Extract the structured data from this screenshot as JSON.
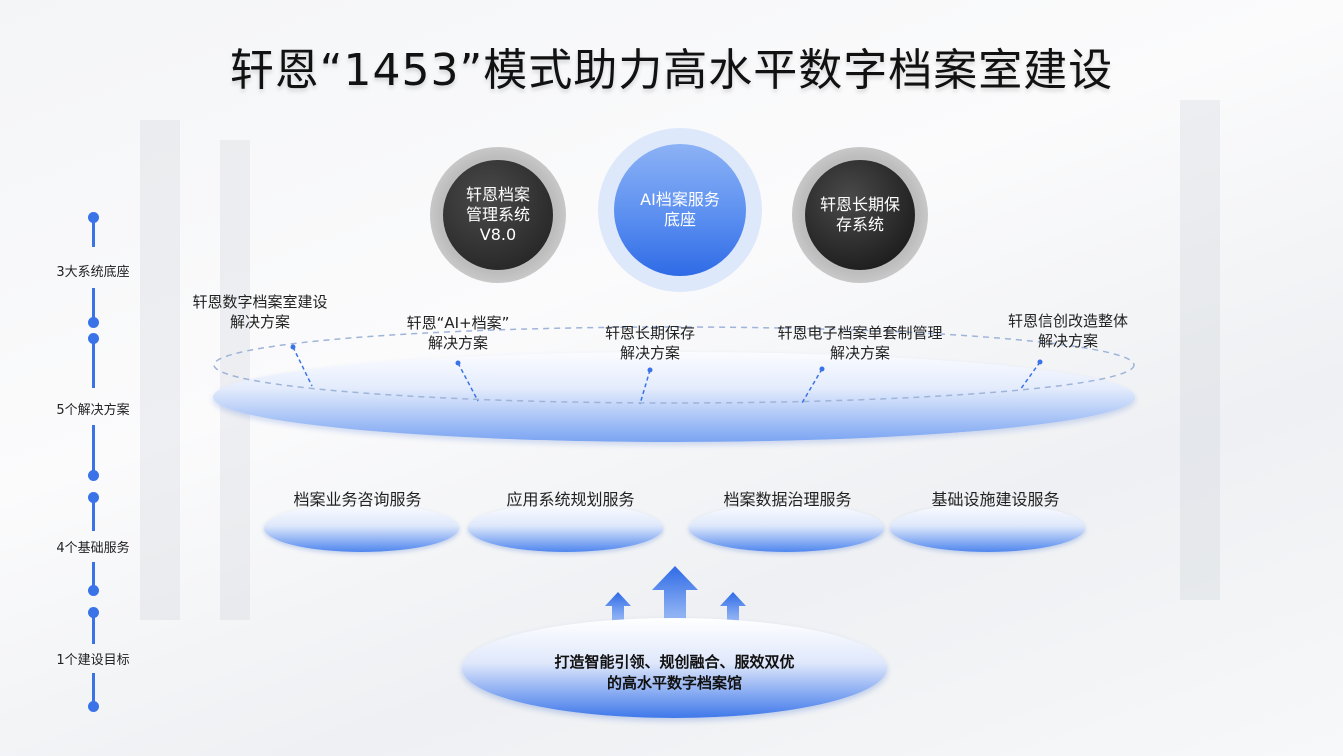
{
  "title": "轩恩“1453”模式助力高水平数字档案室建设",
  "timeline": [
    {
      "label": "3大系统底座"
    },
    {
      "label": "5个解决方案"
    },
    {
      "label": "4个基础服务"
    },
    {
      "label": "1个建设目标"
    }
  ],
  "systems": [
    {
      "lines": [
        "轩恩档案",
        "管理系统",
        "V8.0"
      ]
    },
    {
      "lines": [
        "AI档案服务",
        "底座"
      ]
    },
    {
      "lines": [
        "轩恩长期保",
        "存系统"
      ]
    }
  ],
  "solutions": [
    {
      "lines": [
        "轩恩数字档案室建设",
        "解决方案"
      ]
    },
    {
      "lines": [
        "轩恩“AI+档案”",
        "解决方案"
      ]
    },
    {
      "lines": [
        "轩恩长期保存",
        "解决方案"
      ]
    },
    {
      "lines": [
        "轩恩电子档案单套制管理",
        "解决方案"
      ]
    },
    {
      "lines": [
        "轩恩信创改造整体",
        "解决方案"
      ]
    }
  ],
  "services": [
    "档案业务咨询服务",
    "应用系统规划服务",
    "档案数据治理服务",
    "基础设施建设服务"
  ],
  "goal": {
    "lines": [
      "打造智能引领、规创融合、服效双优",
      "的高水平数字档案馆"
    ]
  },
  "colors": {
    "accent": "#3a73e8",
    "dark": "#2a2a2a"
  }
}
